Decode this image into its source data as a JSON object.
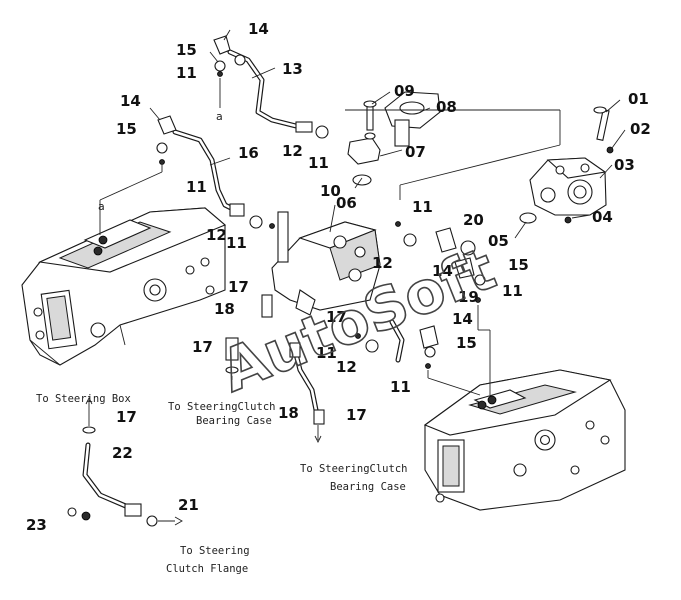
{
  "diagram": {
    "callouts": [
      "14",
      "15",
      "11",
      "13",
      "14",
      "15",
      "16",
      "11",
      "09",
      "08",
      "12",
      "11",
      "07",
      "10",
      "01",
      "02",
      "03",
      "06",
      "11",
      "12",
      "20",
      "11",
      "04",
      "05",
      "12",
      "14",
      "15",
      "19",
      "11",
      "17",
      "18",
      "17",
      "17",
      "14",
      "11",
      "15",
      "12",
      "11",
      "18",
      "17",
      "17",
      "22",
      "21",
      "23"
    ],
    "pointer_letters": [
      "a",
      "a"
    ],
    "notes": {
      "steering_box": "To Steering Box",
      "clutch_case_left": [
        "To SteeringClutch",
        "Bearing Case"
      ],
      "clutch_case_right": [
        "To SteeringClutch",
        "Bearing Case"
      ],
      "clutch_flange": [
        "To Steering",
        "Clutch Flange"
      ]
    },
    "watermark": "AutoSoft"
  }
}
